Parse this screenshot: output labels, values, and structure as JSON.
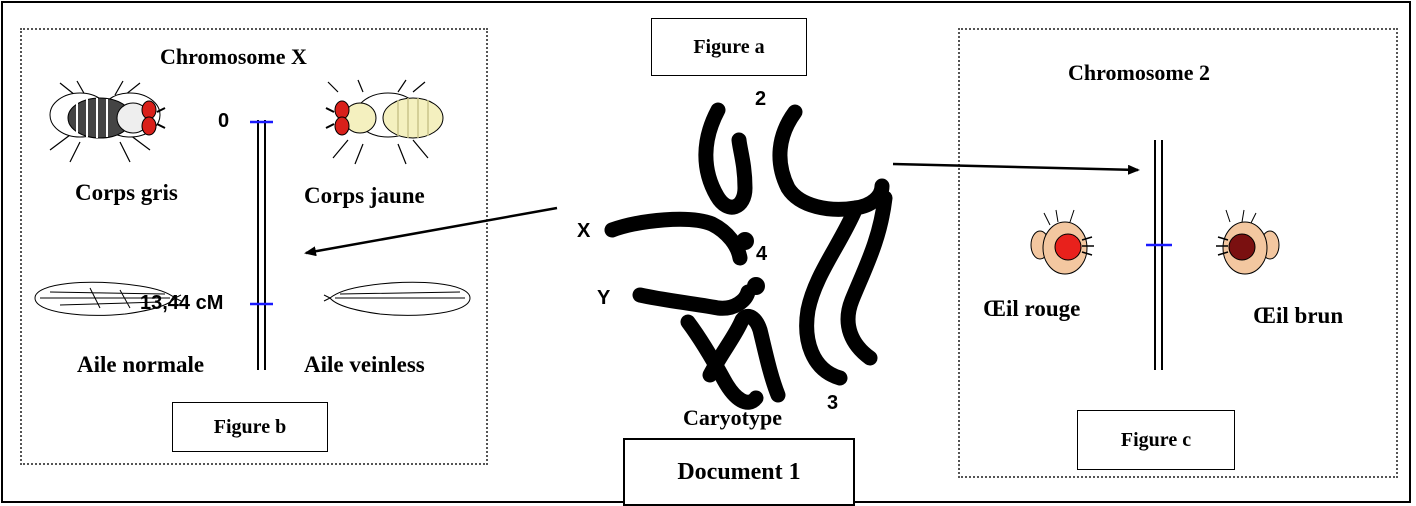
{
  "figure_a": {
    "label": "Figure a",
    "caption": "Caryotype",
    "chromosome_labels": {
      "c2": "2",
      "c3": "3",
      "c4": "4",
      "cx": "X",
      "cy": "Y"
    }
  },
  "figure_b": {
    "title": "Chromosome X",
    "label": "Figure b",
    "marker_top": "0",
    "marker_bottom": "13,44 cM",
    "phenotypes": {
      "top_left": "Corps gris",
      "top_right": "Corps jaune",
      "bottom_left": "Aile normale",
      "bottom_right": "Aile veinless"
    }
  },
  "figure_c": {
    "title": "Chromosome 2",
    "label": "Figure c",
    "phenotypes": {
      "left": "Œil rouge",
      "right": "Œil brun"
    }
  },
  "document_label": "Document 1",
  "colors": {
    "locus_marker": "#1a1aff",
    "eye_red": "#e8211c",
    "eye_brown": "#7a1010",
    "fly_eye_red": "#d9201a",
    "yellow_body": "#f4f0bf",
    "head_skin": "#f3c7a0"
  },
  "icons": [
    "fly-gray-body-icon",
    "fly-yellow-body-icon",
    "wing-normal-icon",
    "wing-veinless-icon",
    "fly-head-red-eye-icon",
    "fly-head-brown-eye-icon"
  ]
}
